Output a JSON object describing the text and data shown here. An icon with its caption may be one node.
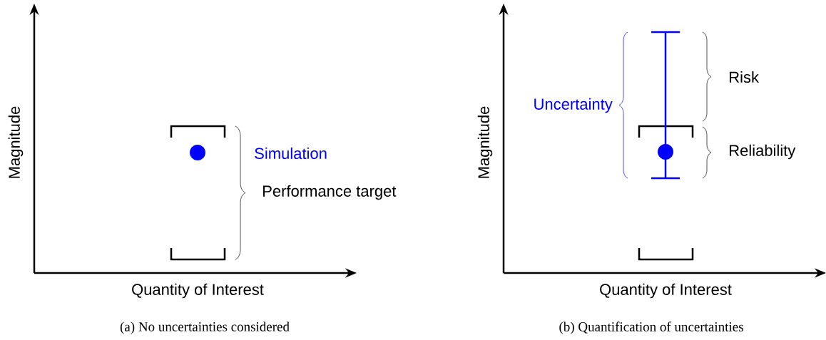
{
  "diagram": {
    "labels": [
      "Magnitude",
      "Simulation",
      "Performance target",
      "Quantity of Interest",
      "(a) No uncertainties considered",
      "Magnitude",
      "Uncertainty",
      "Risk",
      "Reliability",
      "Quantity of Interest",
      "(b) Quantification of uncertainties"
    ]
  }
}
